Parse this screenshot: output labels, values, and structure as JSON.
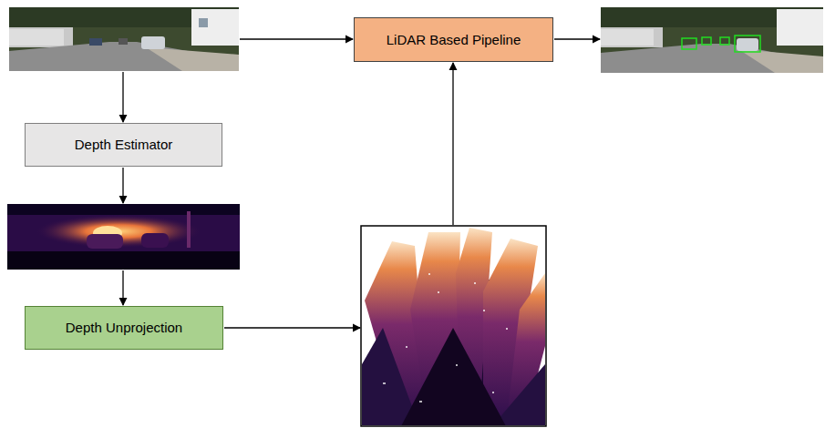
{
  "diagram": {
    "nodes": [
      {
        "text": [
          "LiDAR Based Pipeline"
        ]
      },
      {
        "text": [
          "Depth Estimator"
        ]
      },
      {
        "text": [
          "Depth Unprojection"
        ]
      }
    ]
  }
}
